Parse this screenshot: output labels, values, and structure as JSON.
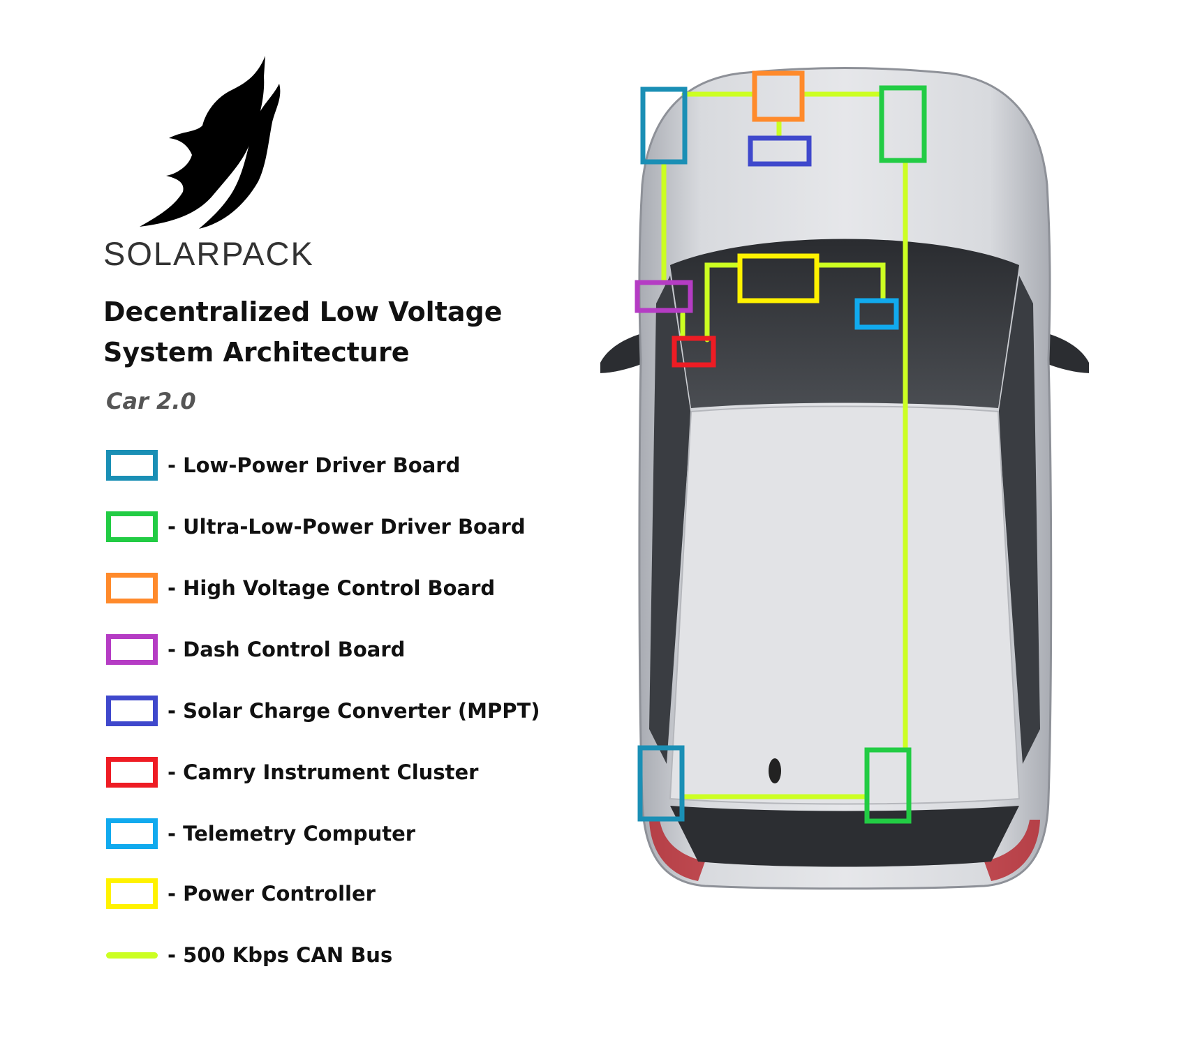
{
  "brand": {
    "name": "SOLARPACK",
    "logo_icon": "wolf-silhouette-icon"
  },
  "title": {
    "line1": "Decentralized Low Voltage",
    "line2": "System Architecture"
  },
  "subtitle": "Car 2.0",
  "legend": [
    {
      "label": "- Low-Power Driver Board",
      "color": "#1a8fb5",
      "type": "box"
    },
    {
      "label": "- Ultra-Low-Power Driver Board",
      "color": "#22cc44",
      "type": "box"
    },
    {
      "label": "- High Voltage Control Board",
      "color": "#ff8a2b",
      "type": "box"
    },
    {
      "label": "- Dash Control Board",
      "color": "#b53cc4",
      "type": "box"
    },
    {
      "label": "- Solar Charge Converter (MPPT)",
      "color": "#3f48cc",
      "type": "box"
    },
    {
      "label": "- Camry Instrument Cluster",
      "color": "#ee1c24",
      "type": "box"
    },
    {
      "label": "- Telemetry Computer",
      "color": "#11aaee",
      "type": "box"
    },
    {
      "label": "- Power Controller",
      "color": "#fff200",
      "type": "box"
    },
    {
      "label": "- 500 Kbps CAN Bus",
      "color": "#ccff22",
      "type": "line"
    }
  ],
  "diagram": {
    "image": "car-top-view",
    "can_bus_color": "#ccff22"
  }
}
